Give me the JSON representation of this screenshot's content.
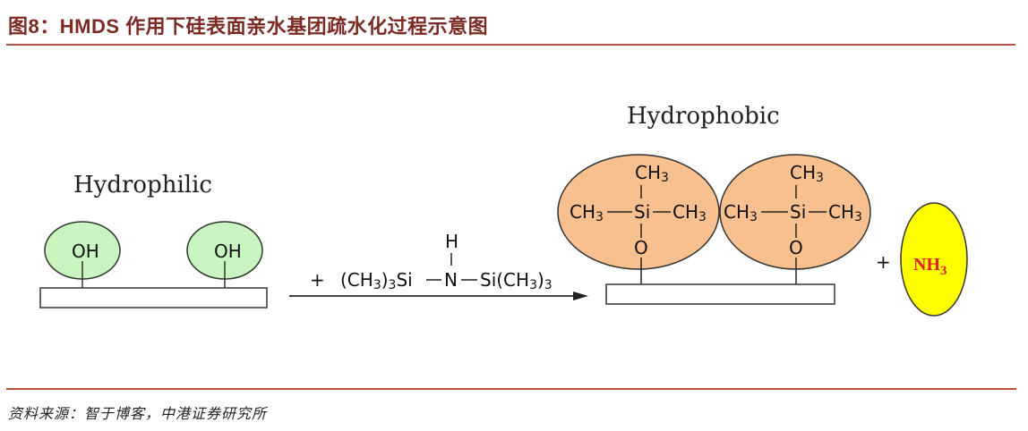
{
  "figure": {
    "title": "图8：HMDS 作用下硅表面亲水基团疏水化过程示意图",
    "source": "资料来源：智于博客，中港证券研究所"
  },
  "colors": {
    "title": "#7b2b23",
    "rule": "#b9523a",
    "hydrophilic_fill": "#c9f5c0",
    "hydrophobic_fill": "#f8c08e",
    "nh3_fill": "#ffff00",
    "nh3_text": "#e0201a"
  },
  "diagram": {
    "left": {
      "label": "Hydrophilic",
      "groups": [
        "OH",
        "OH"
      ]
    },
    "reagent": {
      "plus": "+",
      "formula_left": "(CH",
      "sub3a": "3",
      "paren3a": ")",
      "sub3b": "3",
      "si_left": "Si",
      "n": "N",
      "h": "H",
      "si_right": "Si(CH",
      "sub3c": "3",
      "paren3c": ")",
      "sub3d": "3"
    },
    "right": {
      "label": "Hydrophobic",
      "groups": [
        {
          "top": "CH",
          "left": "CH",
          "center": "Si",
          "right": "CH",
          "bottom": "O",
          "sub": "3"
        },
        {
          "top": "CH",
          "left": "CH",
          "center": "Si",
          "right": "CH",
          "bottom": "O",
          "sub": "3"
        }
      ]
    },
    "byproduct": {
      "plus": "+",
      "formula": "NH",
      "sub": "3"
    }
  }
}
